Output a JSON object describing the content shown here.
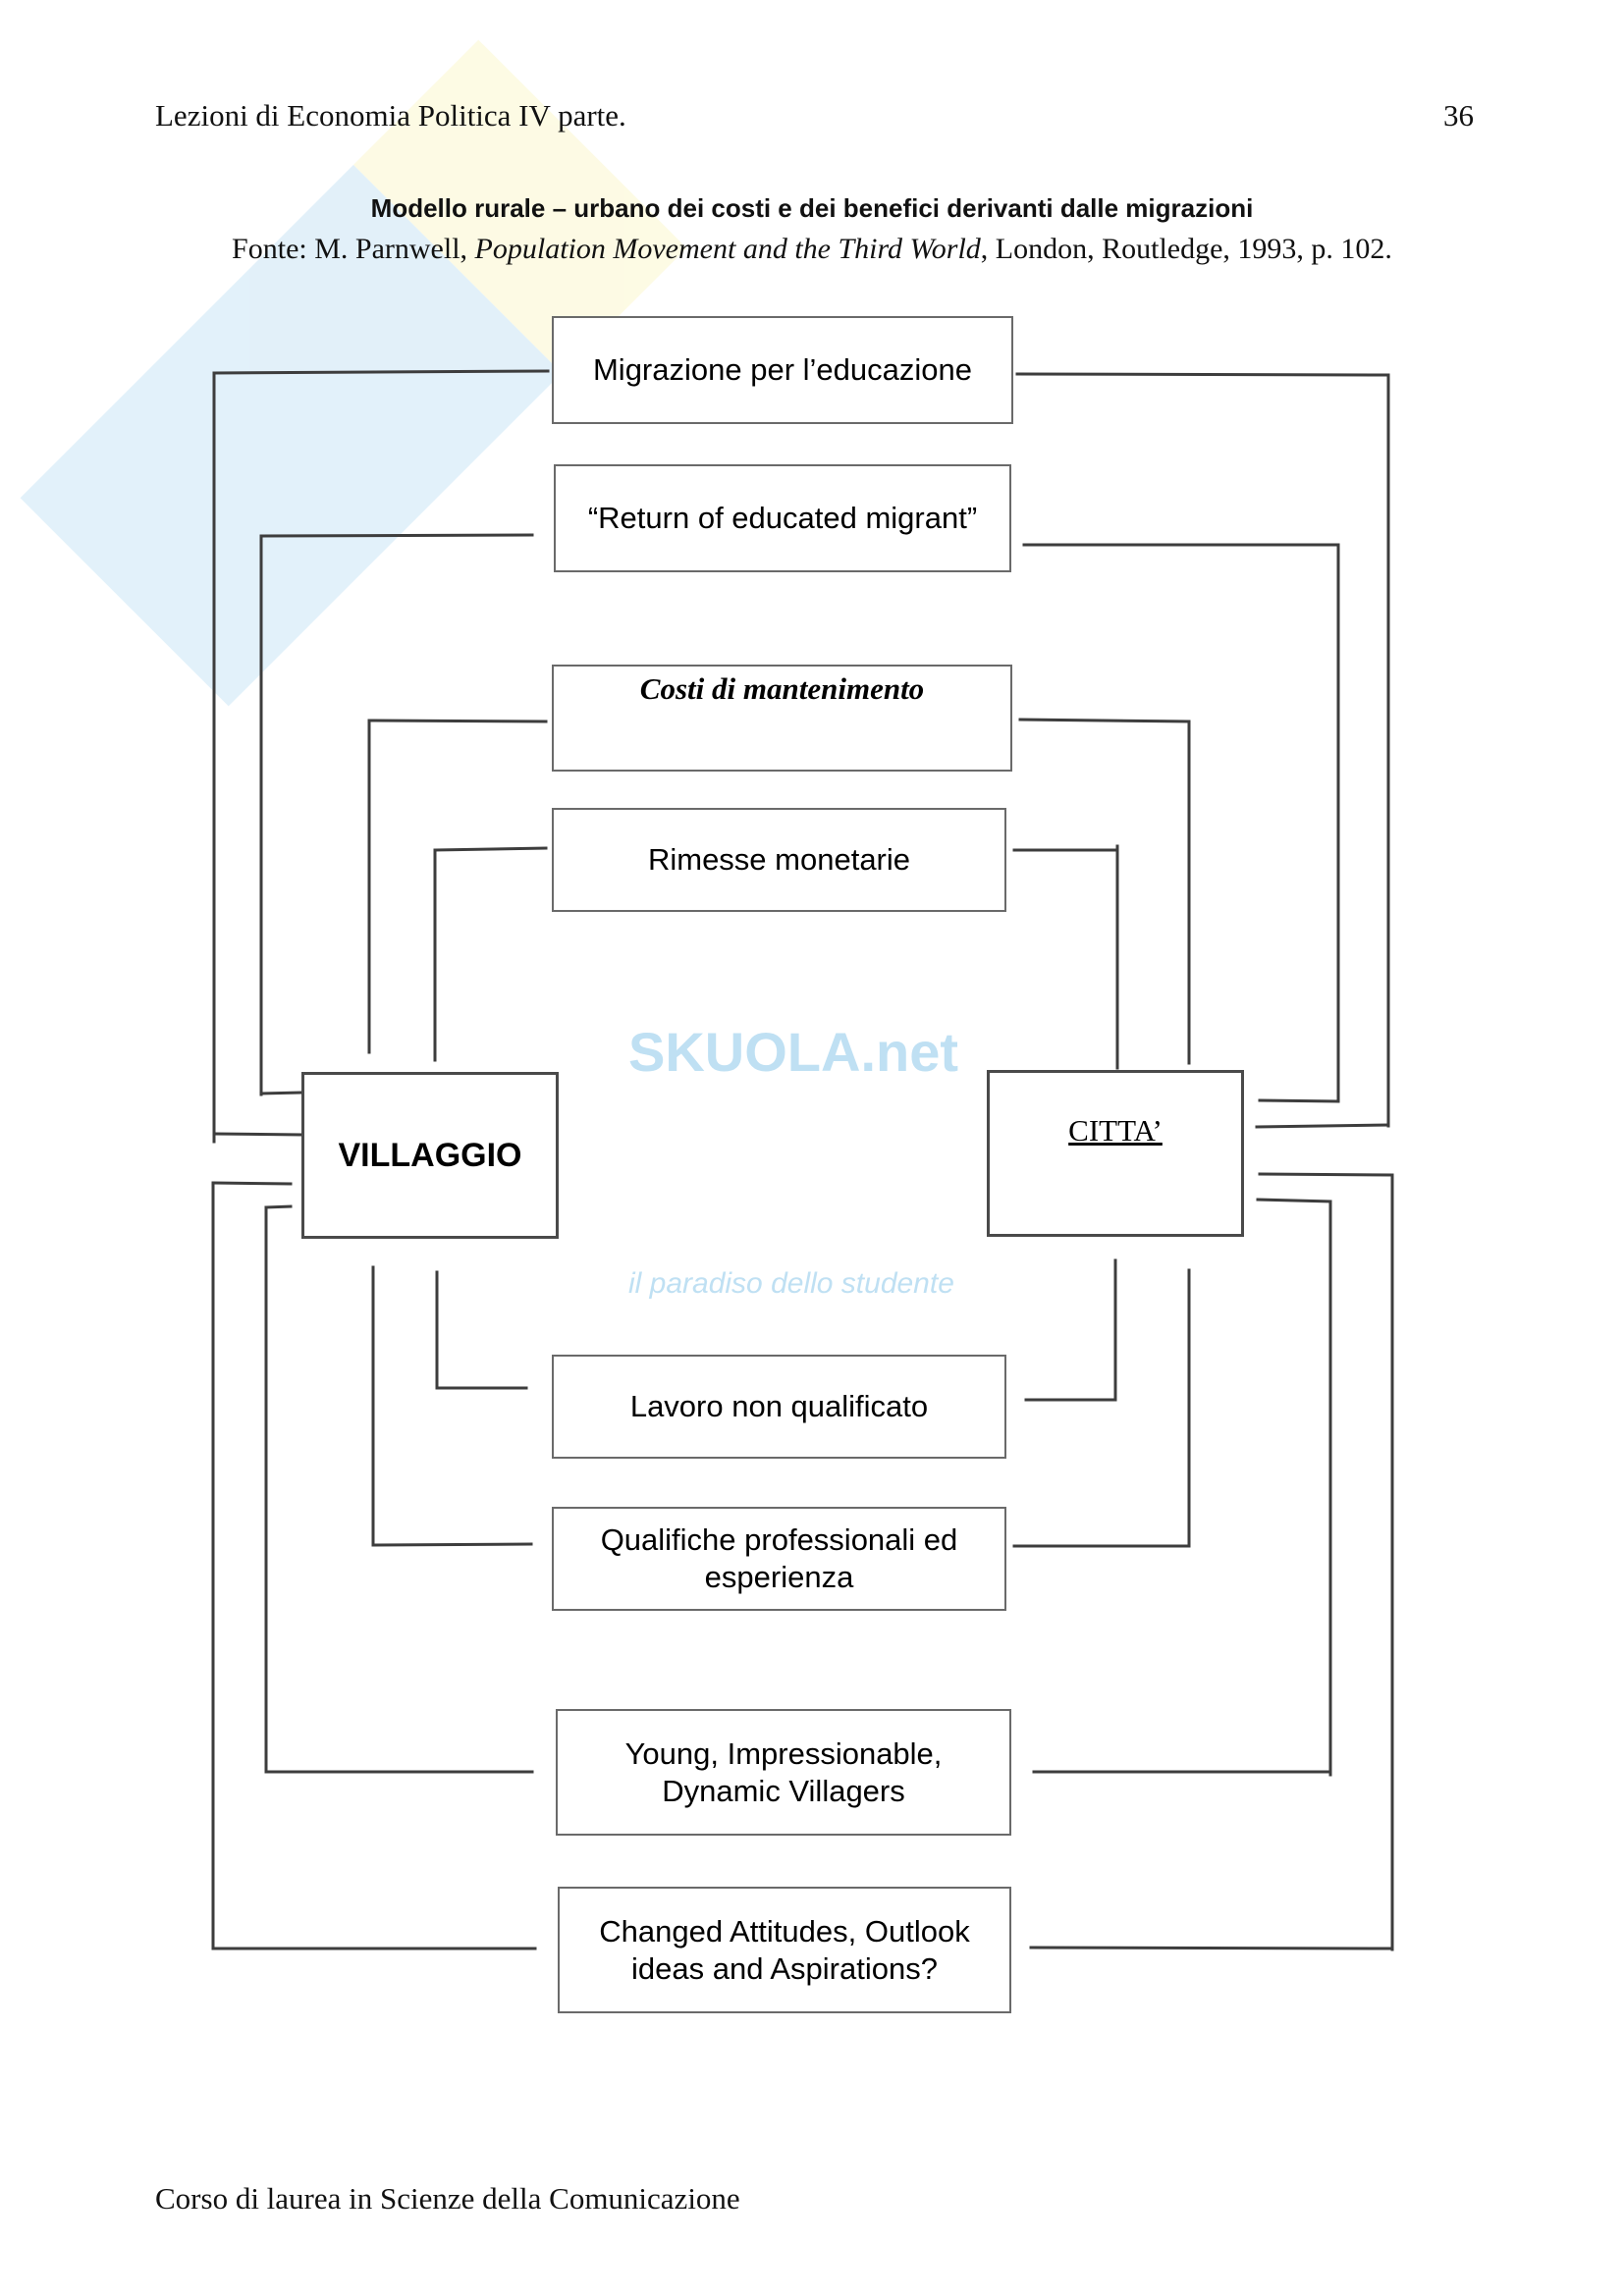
{
  "page": {
    "header_left": "Lezioni di Economia Politica IV parte.",
    "page_number": "36",
    "footer": "Corso di laurea in Scienze della Comunicazione"
  },
  "figure": {
    "title": "Modello rurale – urbano dei costi e dei benefici derivanti dalle migrazioni",
    "source_prefix": "Fonte: M. Parnwell, ",
    "source_title": "Population Movement and the Third World",
    "source_suffix": ", London, Routledge, 1993, p. 102."
  },
  "diagram": {
    "nodes": {
      "village": "VILLAGGIO",
      "city": "CITTA’"
    },
    "flows": [
      {
        "id": "education-migration",
        "label": "Migrazione per l’educazione"
      },
      {
        "id": "return-educated",
        "label": "“Return of educated migrant”"
      },
      {
        "id": "maintenance-costs",
        "label": "Costi di mantenimento"
      },
      {
        "id": "remittances",
        "label": "Rimesse monetarie"
      },
      {
        "id": "unskilled-labour",
        "label": "Lavoro non qualificato"
      },
      {
        "id": "professional-skills",
        "label": "Qualifiche professionali ed esperienza"
      },
      {
        "id": "young-villagers",
        "label": "Young, Impressionable, Dynamic Villagers"
      },
      {
        "id": "changed-attitudes",
        "label": "Changed Attitudes, Outlook ideas and Aspirations?"
      }
    ]
  },
  "watermark": {
    "brand": "SKUOLA.net",
    "tagline": "il paradiso dello studente",
    "colors": {
      "blue": "#bfe0f3",
      "yellow": "#fbf6c4"
    }
  }
}
